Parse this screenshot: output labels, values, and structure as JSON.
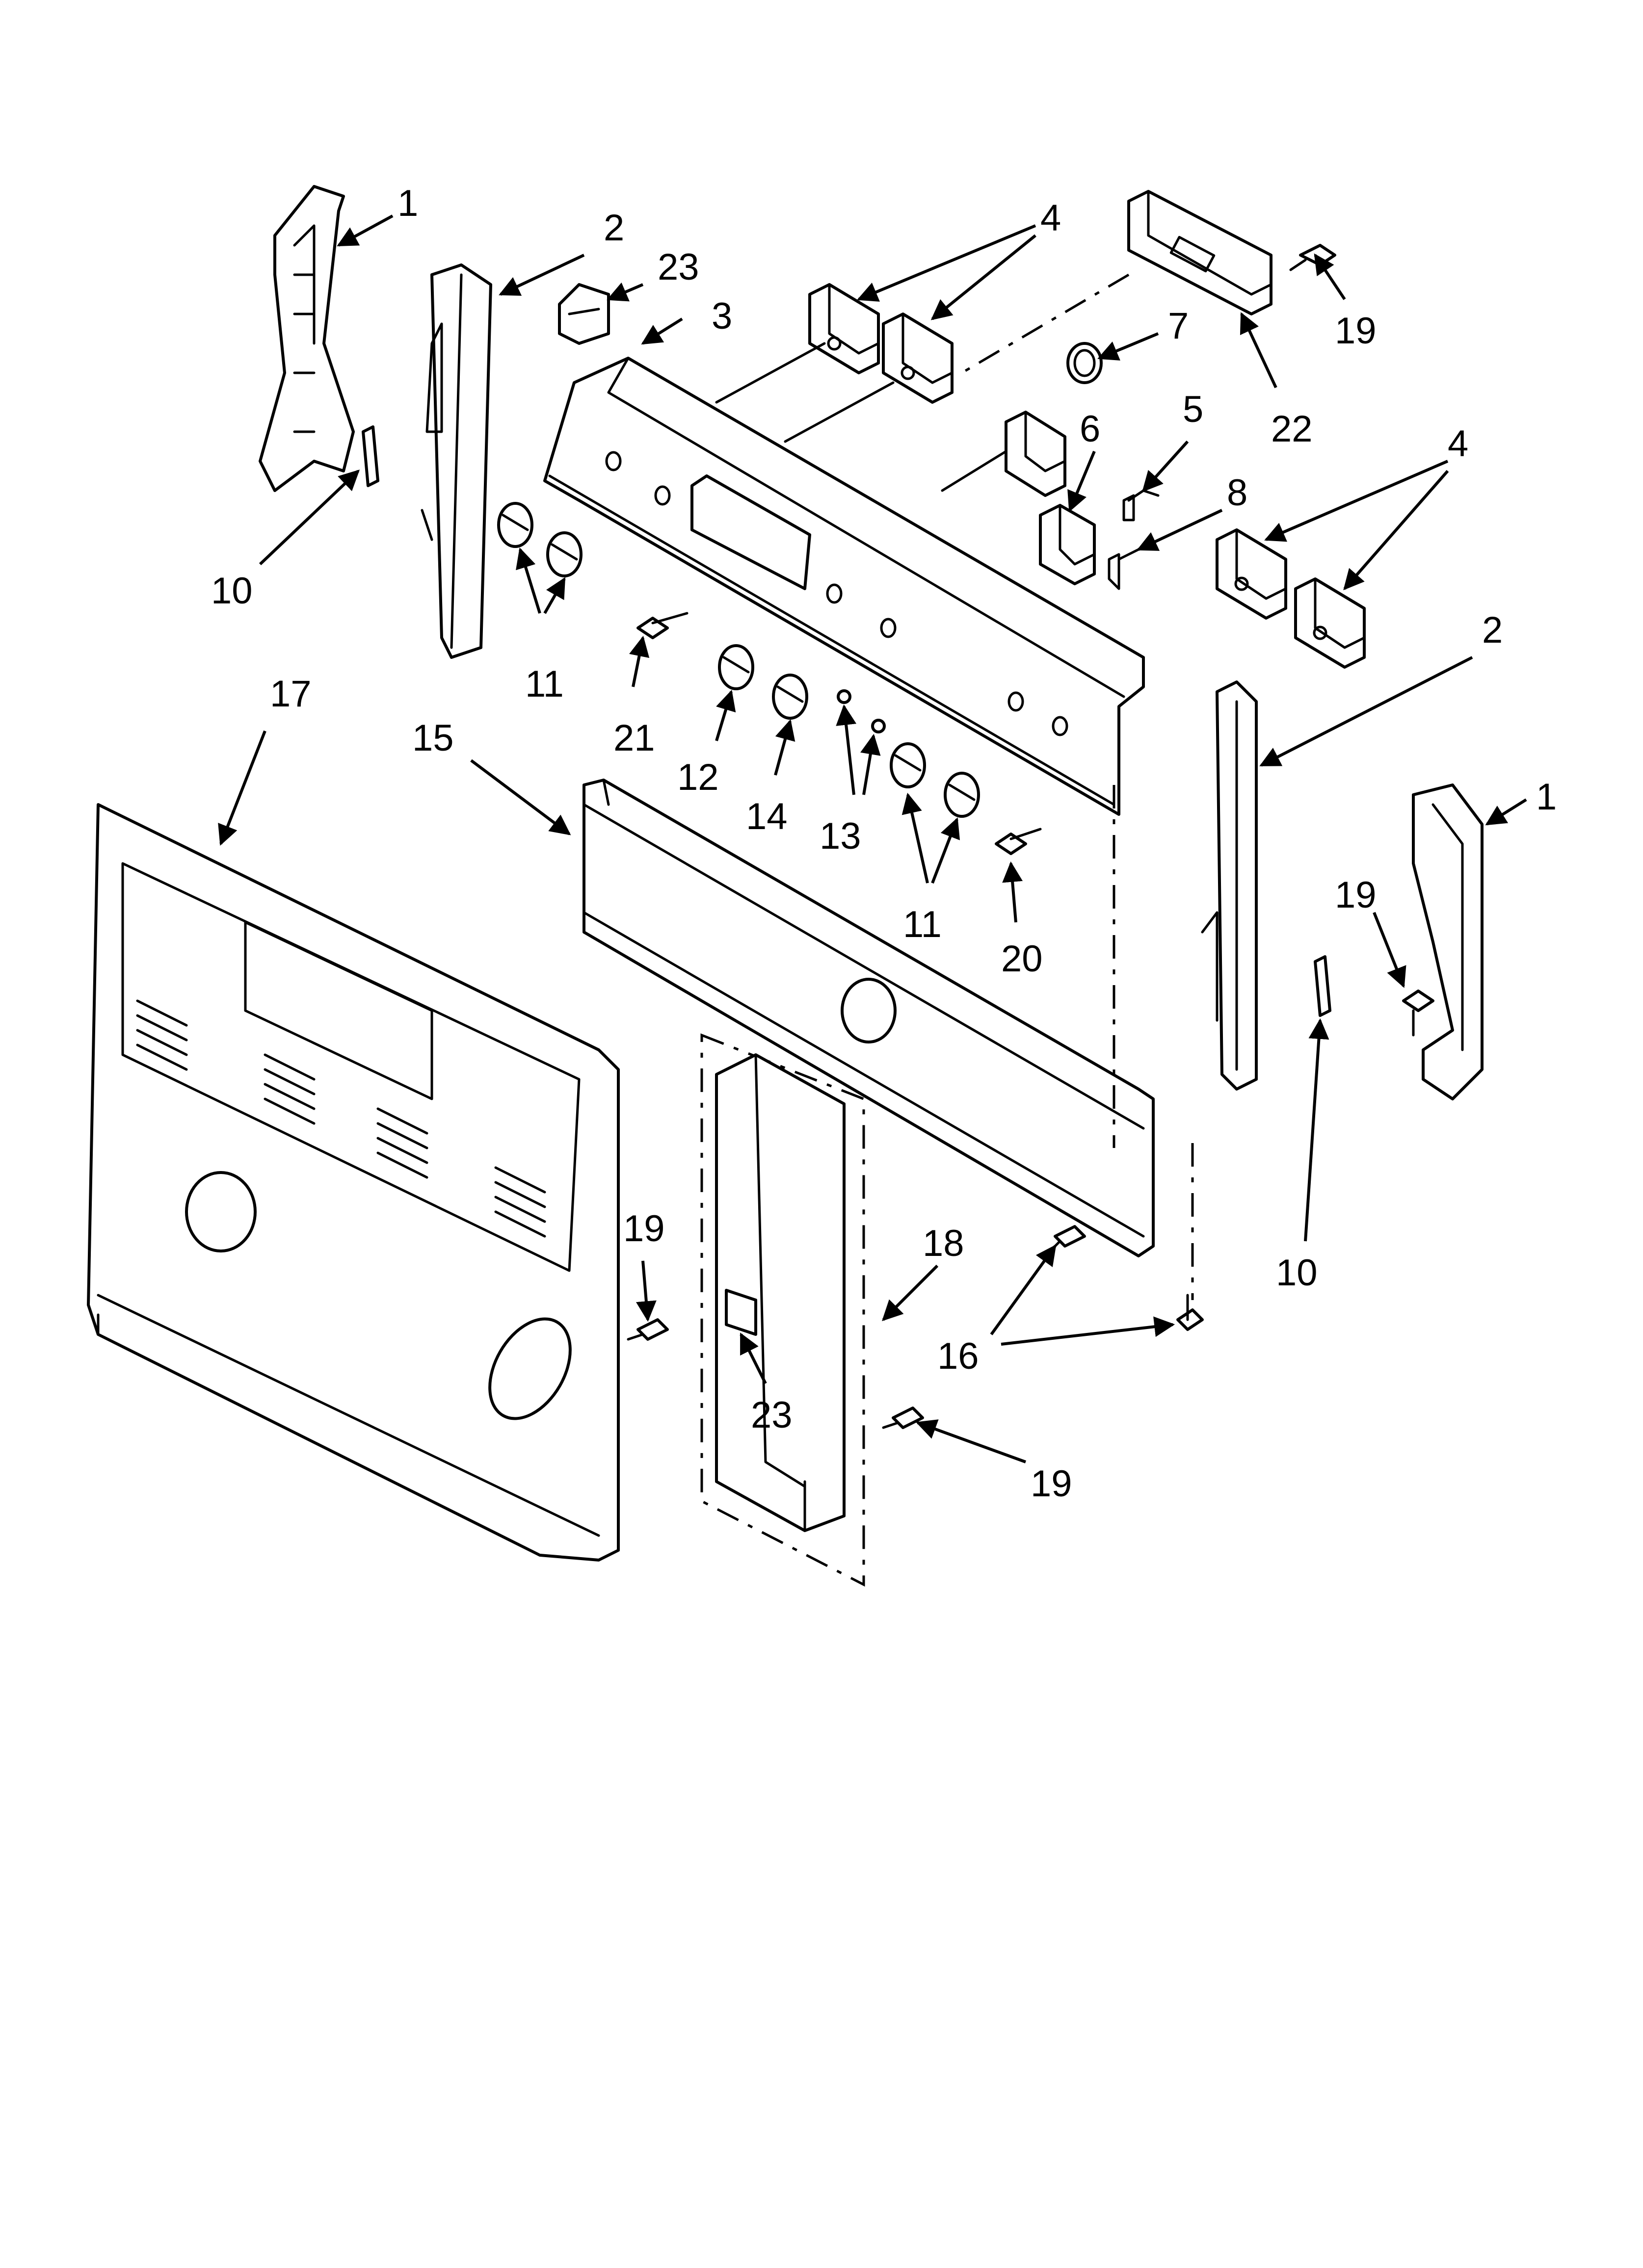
{
  "diagram": {
    "callouts": [
      {
        "id": "c1a",
        "text": "1"
      },
      {
        "id": "c2a",
        "text": "2"
      },
      {
        "id": "c23a",
        "text": "23"
      },
      {
        "id": "c3",
        "text": "3"
      },
      {
        "id": "c4a",
        "text": "4"
      },
      {
        "id": "c7",
        "text": "7"
      },
      {
        "id": "c19a",
        "text": "19"
      },
      {
        "id": "c22",
        "text": "22"
      },
      {
        "id": "c5",
        "text": "5"
      },
      {
        "id": "c6",
        "text": "6"
      },
      {
        "id": "c8",
        "text": "8"
      },
      {
        "id": "c4b",
        "text": "4"
      },
      {
        "id": "c10a",
        "text": "10"
      },
      {
        "id": "c11a",
        "text": "11"
      },
      {
        "id": "c21",
        "text": "21"
      },
      {
        "id": "c12",
        "text": "12"
      },
      {
        "id": "c14",
        "text": "14"
      },
      {
        "id": "c13",
        "text": "13"
      },
      {
        "id": "c2b",
        "text": "2"
      },
      {
        "id": "c17",
        "text": "17"
      },
      {
        "id": "c15",
        "text": "15"
      },
      {
        "id": "c1b",
        "text": "1"
      },
      {
        "id": "c19b",
        "text": "19"
      },
      {
        "id": "c11b",
        "text": "11"
      },
      {
        "id": "c20",
        "text": "20"
      },
      {
        "id": "c10b",
        "text": "10"
      },
      {
        "id": "c19c",
        "text": "19"
      },
      {
        "id": "c18",
        "text": "18"
      },
      {
        "id": "c16",
        "text": "16"
      },
      {
        "id": "c23b",
        "text": "23"
      },
      {
        "id": "c19d",
        "text": "19"
      }
    ]
  }
}
